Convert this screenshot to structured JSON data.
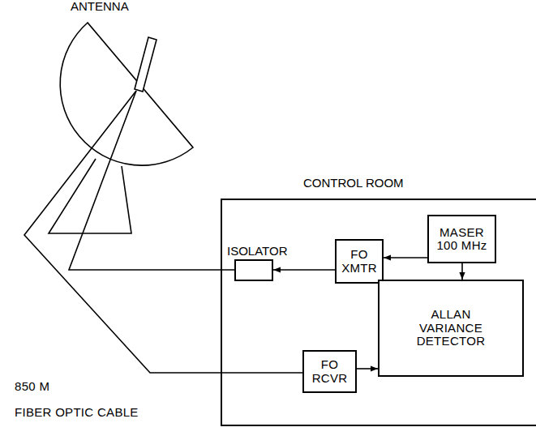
{
  "diagram": {
    "nodes": [
      {
        "text": [
          "ANTENNA"
        ]
      },
      {
        "text": [
          "CONTROL ROOM"
        ]
      },
      {
        "text": [
          "ISOLATOR"
        ],
        "in": 1
      },
      {
        "text": [
          "FO XMTR"
        ],
        "in": 1
      },
      {
        "text": [
          "MASER 100 MHz"
        ],
        "in": 1
      },
      {
        "text": [
          "FO RCVR"
        ],
        "in": 1
      },
      {
        "text": [
          "ALLAN VARIANCE DETECTOR"
        ],
        "in": 1
      }
    ],
    "edges": [
      {
        "from": 4,
        "to": 3,
        "arrow": "to"
      },
      {
        "from": 3,
        "to": 2,
        "arrow": "to"
      },
      {
        "from": 2,
        "to": 0,
        "arrow": "none"
      },
      {
        "from": 0,
        "to": 5,
        "arrow": "none"
      },
      {
        "from": 4,
        "to": 6,
        "arrow": "to"
      },
      {
        "from": 5,
        "to": 6,
        "arrow": "to"
      }
    ],
    "labels": [
      "850 M",
      "FIBER OPTIC CABLE"
    ]
  }
}
